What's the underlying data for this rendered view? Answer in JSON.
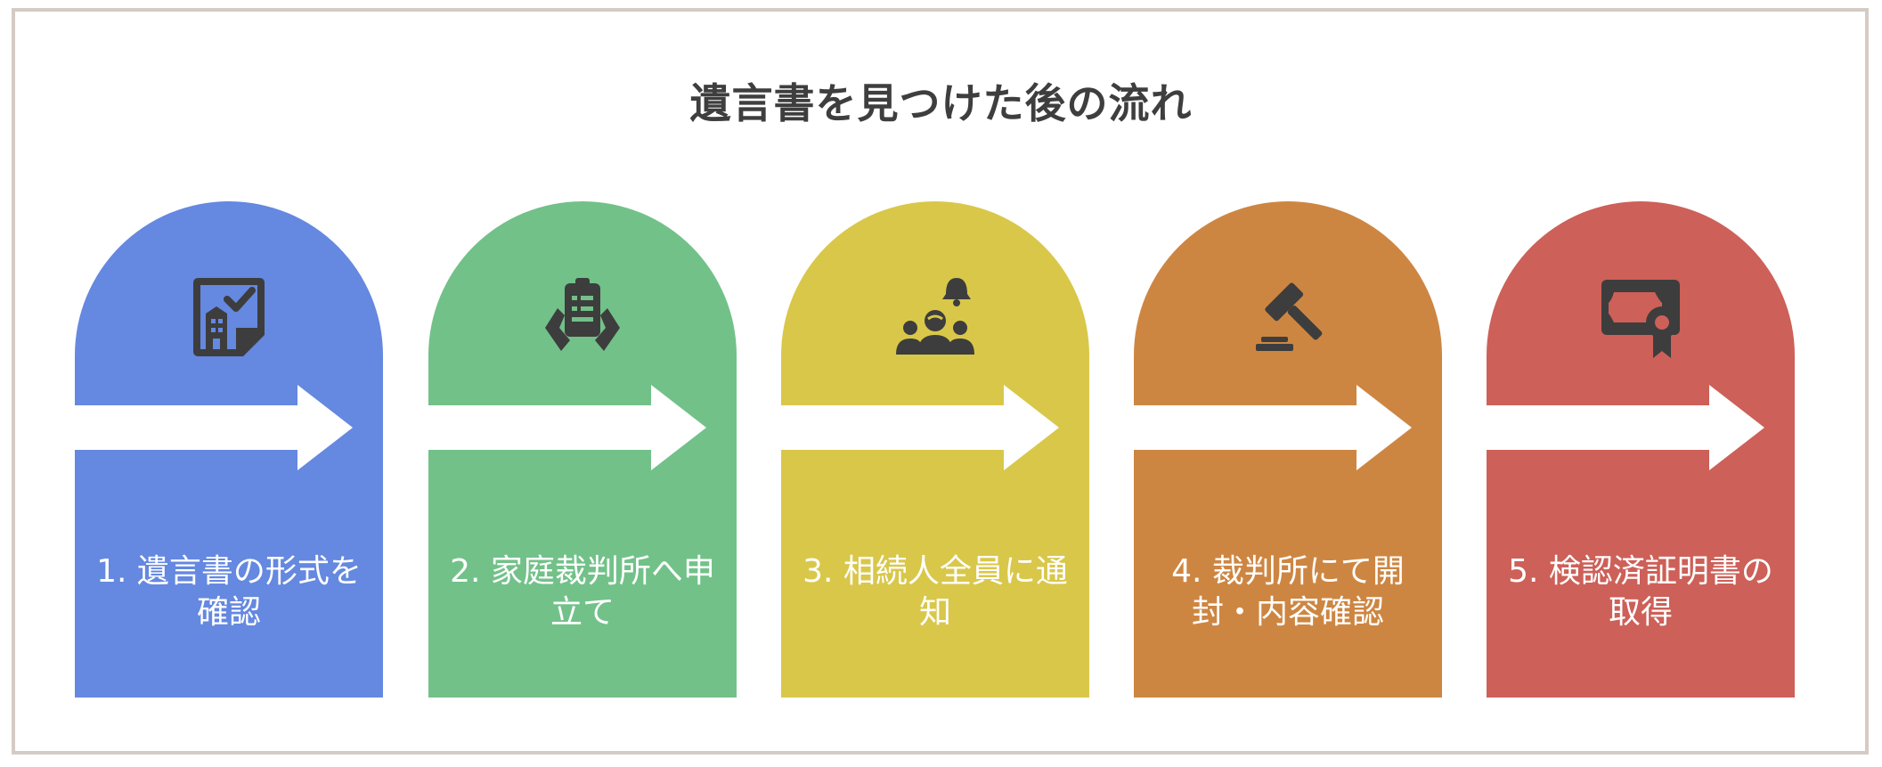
{
  "title": "遺言書を見つけた後の流れ",
  "steps": [
    {
      "label": "1. 遺言書の形式を確認",
      "icon": "document-check-icon",
      "color": "#6588e0"
    },
    {
      "label": "2. 家庭裁判所へ申立て",
      "icon": "clipboard-hands-icon",
      "color": "#72c189"
    },
    {
      "label": "3. 相続人全員に通知",
      "icon": "group-notification-icon",
      "color": "#d9c74a"
    },
    {
      "label": "4. 裁判所にて開封・内容確認",
      "icon": "gavel-icon",
      "color": "#cd8642"
    },
    {
      "label": "5. 検認済証明書の取得",
      "icon": "certificate-icon",
      "color": "#cd6058"
    }
  ],
  "colors": {
    "icon": "#3d3d3d",
    "arrow": "#ffffff",
    "frame": "#d4cbc4",
    "title": "#3e3e3e"
  }
}
